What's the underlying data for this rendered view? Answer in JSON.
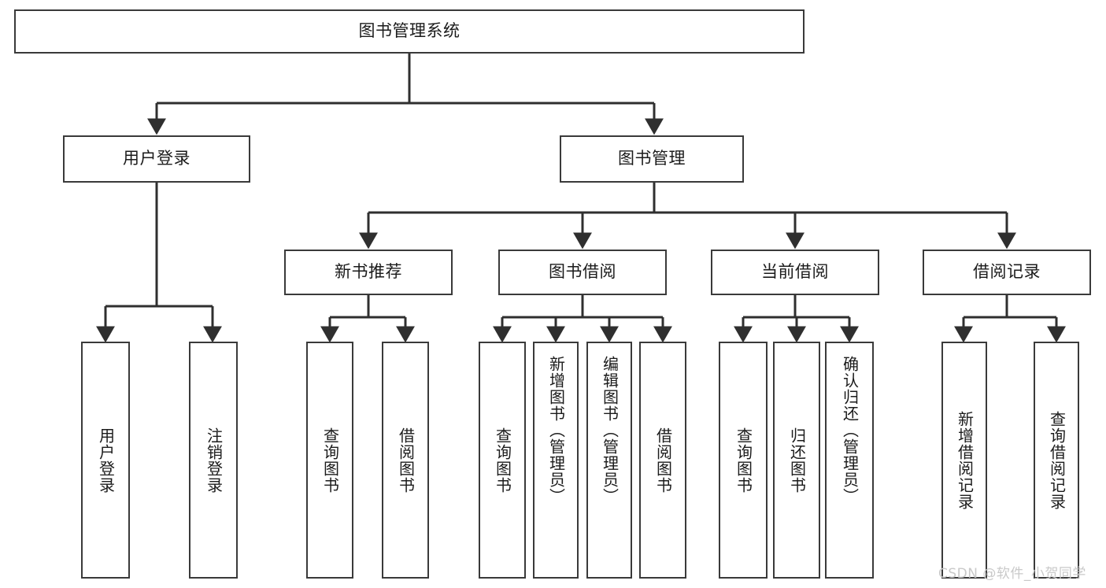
{
  "diagram": {
    "title": "图书管理系统",
    "type": "hierarchy-tree",
    "background_color": "#ffffff",
    "node_border_color": "#3a3a3a",
    "node_fill_color": "#ffffff",
    "edge_color": "#2f2f2f",
    "text_color": "#1b1b1b"
  },
  "root": {
    "label": "图书管理系统"
  },
  "level2": [
    {
      "label": "用户登录"
    },
    {
      "label": "图书管理"
    }
  ],
  "level3": [
    {
      "label": "新书推荐"
    },
    {
      "label": "图书借阅"
    },
    {
      "label": "当前借阅"
    },
    {
      "label": "借阅记录"
    }
  ],
  "leaves": {
    "user_login": [
      {
        "label": "用户登录"
      },
      {
        "label": "注销登录"
      }
    ],
    "new_book_recommend": [
      {
        "label": "查询图书"
      },
      {
        "label": "借阅图书"
      }
    ],
    "book_borrow": [
      {
        "label": "查询图书"
      },
      {
        "label": "新增图书（管理员）"
      },
      {
        "label": "编辑图书（管理员）"
      },
      {
        "label": "借阅图书"
      }
    ],
    "current_borrow": [
      {
        "label": "查询图书"
      },
      {
        "label": "归还图书"
      },
      {
        "label": "确认归还（管理员）"
      }
    ],
    "borrow_record": [
      {
        "label": "新增借阅记录"
      },
      {
        "label": "查询借阅记录"
      }
    ]
  },
  "watermark": {
    "text": "CSDN @软件_小贺同学"
  }
}
